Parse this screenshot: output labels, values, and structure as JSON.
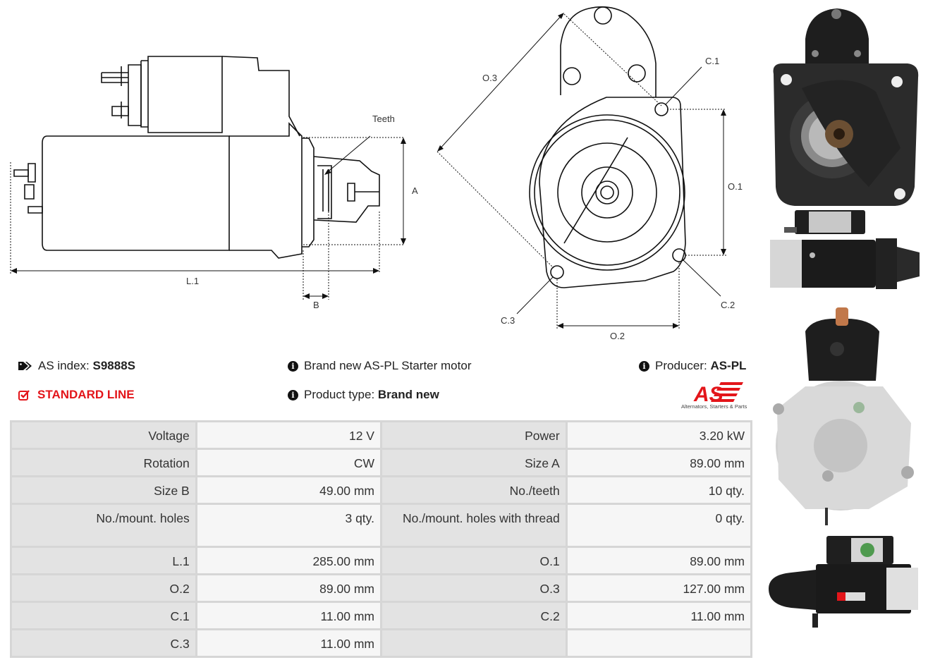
{
  "drawing": {
    "side_labels": {
      "teeth": "Teeth",
      "a": "A",
      "b": "B",
      "l1": "L.1"
    },
    "front_labels": {
      "o3": "O.3",
      "c1": "C.1",
      "o1": "O.1",
      "c2": "C.2",
      "c3": "C.3",
      "o2": "O.2"
    }
  },
  "info": {
    "as_index_label": "AS index:",
    "as_index_value": "S9888S",
    "line_label": "STANDARD LINE",
    "description": "Brand new AS-PL Starter motor",
    "product_type_label": "Product type:",
    "product_type_value": "Brand new",
    "producer_label": "Producer:",
    "producer_value": "AS-PL",
    "logo_text": "AS",
    "logo_tagline": "Alternators, Starters & Parts"
  },
  "specs": [
    [
      "Voltage",
      "12 V",
      "Power",
      "3.20 kW"
    ],
    [
      "Rotation",
      "CW",
      "Size A",
      "89.00 mm"
    ],
    [
      "Size B",
      "49.00 mm",
      "No./teeth",
      "10 qty."
    ],
    [
      "No./mount. holes",
      "3 qty.",
      "No./mount. holes with thread",
      "0 qty."
    ],
    [
      "L.1",
      "285.00 mm",
      "O.1",
      "89.00 mm"
    ],
    [
      "O.2",
      "89.00 mm",
      "O.3",
      "127.00 mm"
    ],
    [
      "C.1",
      "11.00 mm",
      "C.2",
      "11.00 mm"
    ],
    [
      "C.3",
      "11.00 mm",
      "",
      ""
    ]
  ],
  "colors": {
    "accent_red": "#e3151a",
    "table_border": "#d6d6d6",
    "key_bg": "#e3e3e3",
    "value_bg": "#f6f6f6"
  }
}
